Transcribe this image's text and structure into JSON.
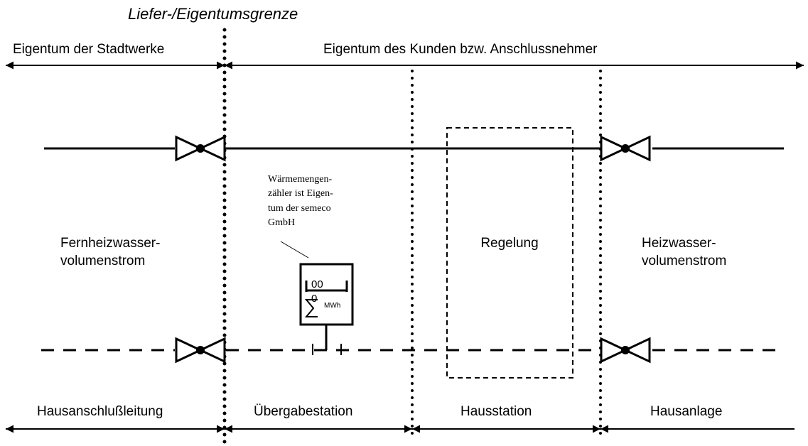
{
  "title": "Liefer-/Eigentumsgrenze",
  "ownership": {
    "left": "Eigentum der Stadtwerke",
    "right": "Eigentum des Kunden bzw. Anschlussnehmer"
  },
  "flows": {
    "left_line1": "Fernheizwasser-",
    "left_line2": "volumenstrom",
    "right_line1": "Heizwasser-",
    "right_line2": "volumenstrom"
  },
  "control": {
    "label": "Regelung"
  },
  "meter_note": {
    "line1": "Wärmemengen-",
    "line2": "zähler ist Eigen-",
    "line3": "tum der semeco",
    "line4": "GmbH"
  },
  "meter": {
    "reading": "00",
    "reading2": "0",
    "unit": "MWh"
  },
  "sections": {
    "s1": "Hausanschlußleitung",
    "s2": "Übergabestation",
    "s3": "Hausstation",
    "s4": "Hausanlage"
  }
}
